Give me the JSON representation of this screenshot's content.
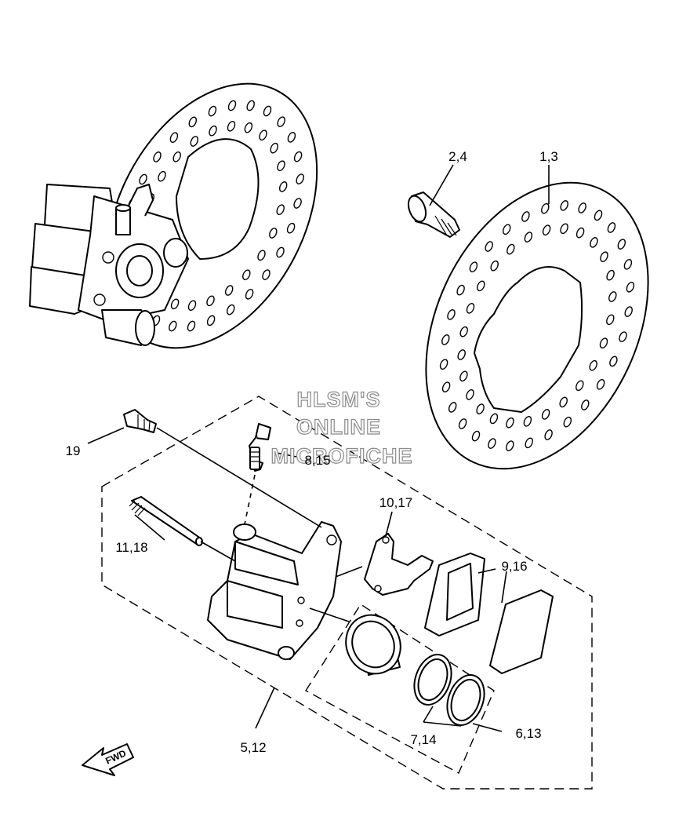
{
  "diagram": {
    "watermark": {
      "line1": "HLSM'S",
      "line2": "ONLINE",
      "line3": "MICROFICHE"
    },
    "direction_label": "FWD",
    "callouts": [
      {
        "id": "c-1-3",
        "text": "1,3"
      },
      {
        "id": "c-2-4",
        "text": "2,4"
      },
      {
        "id": "c-19",
        "text": "19"
      },
      {
        "id": "c-8-15",
        "text": "8,15"
      },
      {
        "id": "c-10-17",
        "text": "10,17"
      },
      {
        "id": "c-11-18",
        "text": "11,18"
      },
      {
        "id": "c-9-16",
        "text": "9,16"
      },
      {
        "id": "c-5-12",
        "text": "5,12"
      },
      {
        "id": "c-7-14",
        "text": "7,14"
      },
      {
        "id": "c-6-13",
        "text": "6,13"
      }
    ]
  }
}
